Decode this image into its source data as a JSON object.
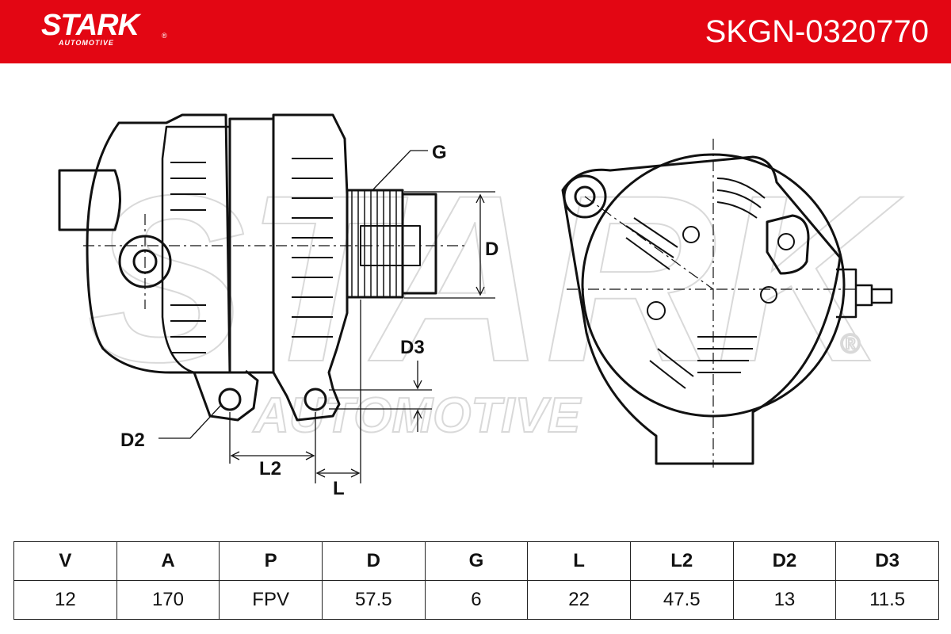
{
  "header": {
    "brand": "STARK",
    "brand_sub": "AUTOMOTIVE",
    "registered": "®",
    "part_number": "SKGN-0320770",
    "background_color": "#e30613"
  },
  "diagram": {
    "labels": {
      "g": "G",
      "d": "D",
      "d2": "D2",
      "d3": "D3",
      "l": "L",
      "l2": "L2"
    },
    "watermark": {
      "brand": "STARK",
      "sub": "AUTOMOTIVE",
      "registered": "®"
    }
  },
  "specs": {
    "headers": [
      "V",
      "A",
      "P",
      "D",
      "G",
      "L",
      "L2",
      "D2",
      "D3"
    ],
    "values": [
      "12",
      "170",
      "FPV",
      "57.5",
      "6",
      "22",
      "47.5",
      "13",
      "11.5"
    ]
  }
}
